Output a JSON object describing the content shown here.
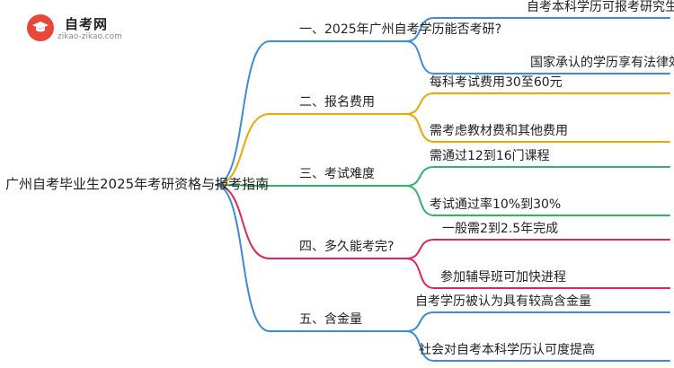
{
  "logo": {
    "title": "自考网",
    "url": "zikao-zikao.com"
  },
  "root": {
    "text": "广州自考毕业生2025年考研资格与报考指南"
  },
  "branches": [
    {
      "label": "一、2025年广州自考学历能否考研?",
      "color": "#3d8bd9",
      "leaves": [
        "自考本科学历可报考研究生",
        "国家承认的学历享有法律效力"
      ]
    },
    {
      "label": "二、报名费用",
      "color": "#f0a500",
      "leaves": [
        "每科考试费用30至60元",
        "需考虑教材费和其他费用"
      ]
    },
    {
      "label": "三、考试难度",
      "color": "#2fb56a",
      "leaves": [
        "需通过12到16门课程",
        "考试通过率10%到30%"
      ]
    },
    {
      "label": "四、多久能考完?",
      "color": "#e0245e",
      "leaves": [
        "一般需2到2.5年完成",
        "参加辅导班可加快进程"
      ]
    },
    {
      "label": "五、含金量",
      "color": "#3d8bd9",
      "leaves": [
        "自考学历被认为具有较高含金量",
        "社会对自考本科学历认可度提高"
      ]
    }
  ]
}
